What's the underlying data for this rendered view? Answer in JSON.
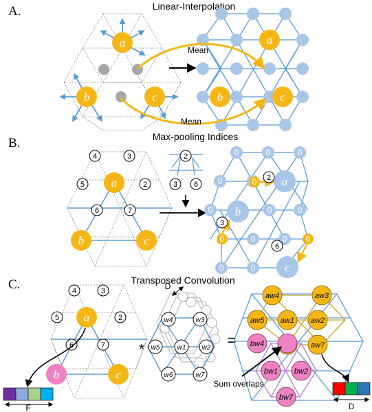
{
  "sections": [
    {
      "letter": "A.",
      "title": "Linear-Interpolation"
    },
    {
      "letter": "B.",
      "title": "Max-pooling Indices"
    },
    {
      "letter": "C.",
      "title": "Transposed Convolution"
    }
  ],
  "nodes": {
    "a": "a",
    "b": "b",
    "c": "c"
  },
  "labels": {
    "mean_top": "Mean",
    "mean_bottom": "Mean",
    "sum_overlaps": "Sum overlaps",
    "F": "F",
    "D": "D",
    "star": "*",
    "equals": "="
  },
  "pool_indices": {
    "i2": "2",
    "i3": "3",
    "i4": "4",
    "i5": "5",
    "i6": "6",
    "i7": "7"
  },
  "pool_zero": "0",
  "weights": {
    "w1": "w1",
    "w2": "w2",
    "w3": "w3",
    "w4": "w4",
    "w5": "w5",
    "w6": "w6",
    "w7": "w7"
  },
  "weighted": {
    "aw1": "aw1",
    "aw2": "aw2",
    "aw3": "aw3",
    "aw4": "aw4",
    "aw5": "aw5",
    "aw7": "aw7",
    "bw1": "bw1",
    "bw2": "bw2",
    "bw4": "bw4",
    "bw7": "bw7"
  },
  "colors": {
    "gold": "#F5B715",
    "blue": "#5B9BD5",
    "light_blue": "#A8C6E8",
    "pink": "#EE82C2",
    "gray": "#A6A6A6",
    "dotted": "#888888"
  },
  "feature_F": [
    "#7030A0",
    "#8FAADC",
    "#A9D18E",
    "#00B0F0"
  ],
  "feature_D": [
    "#FF0000",
    "#00B050",
    "#2E75B6"
  ]
}
